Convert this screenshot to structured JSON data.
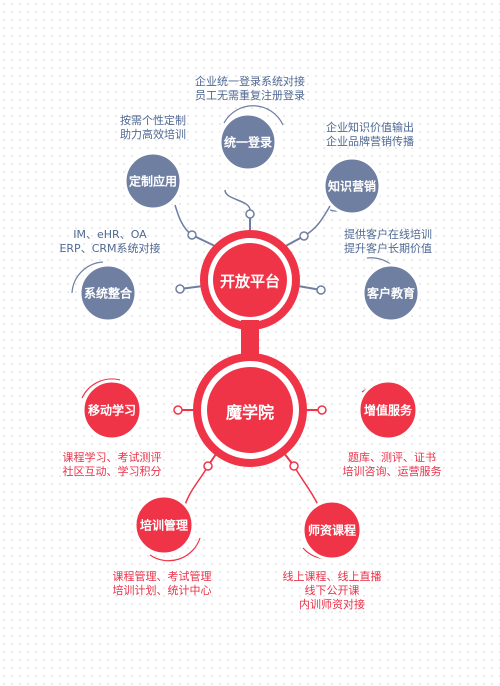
{
  "colors": {
    "blue": "#6f7fa2",
    "red": "#ef3448",
    "blue_text": "#4f6993",
    "red_text": "#e8334a"
  },
  "hubs": {
    "platform": {
      "label": "开放平台"
    },
    "academy": {
      "label": "魔学院"
    }
  },
  "nodes": {
    "login": {
      "label": "统一登录",
      "lines": [
        "企业统一登录系统对接",
        "员工无需重复注册登录"
      ]
    },
    "custom": {
      "label": "定制应用",
      "lines": [
        "按需个性定制",
        "助力高效培训"
      ]
    },
    "knowledge": {
      "label": "知识营销",
      "lines": [
        "企业知识价值输出",
        "企业品牌营销传播"
      ]
    },
    "system": {
      "label": "系统整合",
      "lines": [
        "IM、eHR、OA",
        "ERP、CRM系统对接"
      ]
    },
    "customer": {
      "label": "客户教育",
      "lines": [
        "提供客户在线培训",
        "提升客户长期价值"
      ]
    },
    "mobile": {
      "label": "移动学习",
      "lines": [
        "课程学习、考试测评",
        "社区互动、学习积分"
      ]
    },
    "value": {
      "label": "增值服务",
      "lines": [
        "题库、测评、证书",
        "培训咨询、运营服务"
      ]
    },
    "training": {
      "label": "培训管理",
      "lines": [
        "课程管理、考试管理",
        "培训计划、统计中心"
      ]
    },
    "teacher": {
      "label": "师资课程",
      "lines": [
        "线上课程、线上直播",
        "线下公开课",
        "内训师资对接"
      ]
    }
  }
}
